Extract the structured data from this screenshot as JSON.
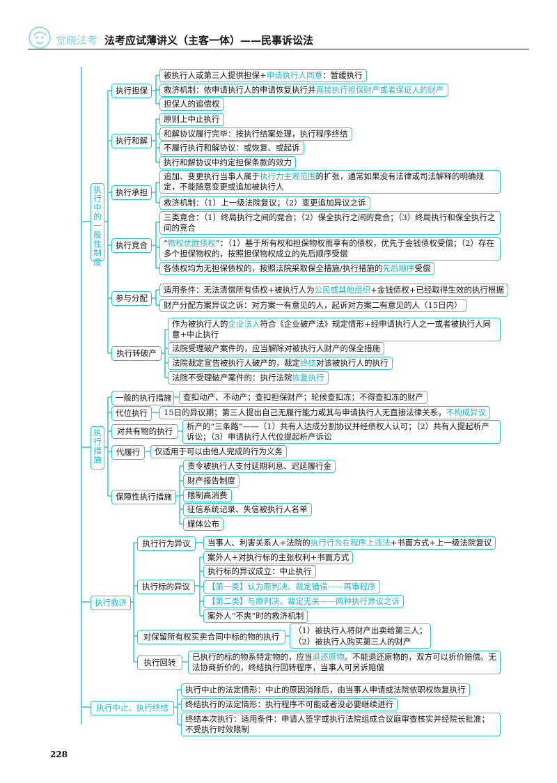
{
  "header": {
    "brand": "觉晓法考",
    "title": "法考应试薄讲义（主客一体）——民事诉讼法"
  },
  "page_number": "228",
  "sections": {
    "s1": "执行中的一般性制度",
    "s2": "执行措施",
    "s3": "执行救济",
    "s4": "执行中止、执行终结"
  },
  "s1": {
    "g1": {
      "label": "执行担保",
      "i1a": "被执行人或第三人提供担保+",
      "i1b": "申请执行人同意",
      "i1c": "：暂缓执行",
      "i2a": "救济机制：依申请执行人的申请恢复执行并",
      "i2b": "直接执行担保财产或者保证人的财产",
      "i3": "担保人的追偿权"
    },
    "g2": {
      "label": "执行和解",
      "i1": "原则上中止执行",
      "i2": "和解协议履行完毕：按执行结案处理，执行程序终结",
      "i3": "不履行执行和解协议：或恢复、或起诉",
      "i4": "执行和解协议中约定担保条款的效力"
    },
    "g3": {
      "label": "执行承担",
      "i1a": "追加、变更执行当事人属于",
      "i1b": "执行力主观范围",
      "i1c": "的扩张，通常如果没有法律或司法解释的明确规定，不能随意变更或追加被执行人",
      "i2": "救济机制：（1）上一级法院复议；（2）变更追加异议之诉"
    },
    "g4": {
      "label": "执行竞合",
      "i1": "三类竞合：（1）终局执行之间的竞合；（2）保全执行之间的竞合；（3）终局执行和保全执行之间的竞合",
      "i2a": "“",
      "i2b": "物权优胜债权",
      "i2c": "”：（1）基于所有权和担保物权而享有的债权，优先于金钱债权受偿；（2）存在多个担保物权的，按照担保物权成立的先后顺序受偿",
      "i3a": "各债权均为无担保债权的，按照法院采取保全措施/执行措施的",
      "i3b": "先后顺序",
      "i3c": "受偿"
    },
    "g5": {
      "label": "参与分配",
      "i1a": "适用条件：无法清偿所有债权+被执行人为",
      "i1b": "公民或其他组织",
      "i1c": "+金钱债权+已经取得生效的执行根据",
      "i2": "财产分配方案异议之诉：对方案一有意见的人，起诉对方案二有意见的人（15日内）"
    },
    "g6": {
      "label": "执行转破产",
      "i1a": "作为被执行人的",
      "i1b": "企业法人",
      "i1c": "符合《企业破产法》规定情形+经申请执行人之一或者被执行人同意+中止执行",
      "i2": "法院受理破产案件的，应当解除对被执行人财产的保全措施",
      "i3a": "法院裁定宣告被执行人破产的，裁定",
      "i3b": "终结",
      "i3c": "对该被执行人的执行",
      "i4a": "法院不受理破产案件的：执行法院",
      "i4b": "恢复执行"
    }
  },
  "s2": {
    "g1": {
      "label": "一般的执行措施",
      "i1": "查扣动产、不动产；查扣担保财产；轮候查扣冻；不得查扣冻的财产"
    },
    "g2": {
      "label": "代位执行",
      "i1a": "15日的异议期；第三人提出自己无履行能力或其与申请执行人无直接法律关系，",
      "i1b": "不构成异议"
    },
    "g3": {
      "label": "对共有物的执行",
      "i1": "析产的“三条路”——（1）共有人达成分割协议并经债权人认可；（2）共有人提起析产诉讼；（3）申请执行人代位提起析产诉讼"
    },
    "g4": {
      "label": "代履行",
      "i1": "仅适用于可以由他人完成的行为义务"
    },
    "g5": {
      "label": "保障性执行措施",
      "i1": "责令被执行人支付延期利息、迟延履行金",
      "i2": "财产报告制度",
      "i3": "限制高消费",
      "i4": "征信系统记录、失信被执行人名单",
      "i5": "媒体公布"
    }
  },
  "s3": {
    "g1": {
      "label": "执行行为异议",
      "i1a": "当事人、利害关系人+法院的",
      "i1b": "执行行为在程序上违法",
      "i1c": "+书面方式+上一级法院复议"
    },
    "g2": {
      "label": "执行标的异议",
      "i1": "案外人+对执行标的主张权利+书面方式",
      "i2": "执行标的异议成立：中止执行",
      "i3": "【第一类】认为原判决、裁定错误——再审程序",
      "i4": "【第二类】与原判决、裁定无关——两种执行异议之诉",
      "i5": "案外人“不爽”时的救济机制"
    },
    "g3": {
      "label": "对保留所有权买卖合同中标的物的执行",
      "i1": "（1）被执行人将财产出卖给第三人；",
      "i2": "（2）被执行人购买第三人的财产"
    },
    "g4": {
      "label": "执行回转",
      "i1a": "已执行的标的物系特定物的，应当",
      "i1b": "退还原物",
      "i1c": "。不能退还原物的，双方可以折价赔偿。无法协商折价的，终结执行回转程序，当事人可另诉赔偿"
    }
  },
  "s4": {
    "i1": "执行中止的法定情形：中止的原因消除后，由当事人申请或法院依职权恢复执行",
    "i2": "终结执行的法定情形：执行程序不可能或者没必要继续进行",
    "i3": "终结本次执行：适用条件：申请人签字或执行法院组成合议庭审查核实并经院长批准；不受执行时效限制"
  },
  "colors": {
    "accent": "#2cc6d6",
    "highlight": "#19b8cc"
  },
  "icons": {
    "logo": "scholar-face-logo-icon"
  }
}
